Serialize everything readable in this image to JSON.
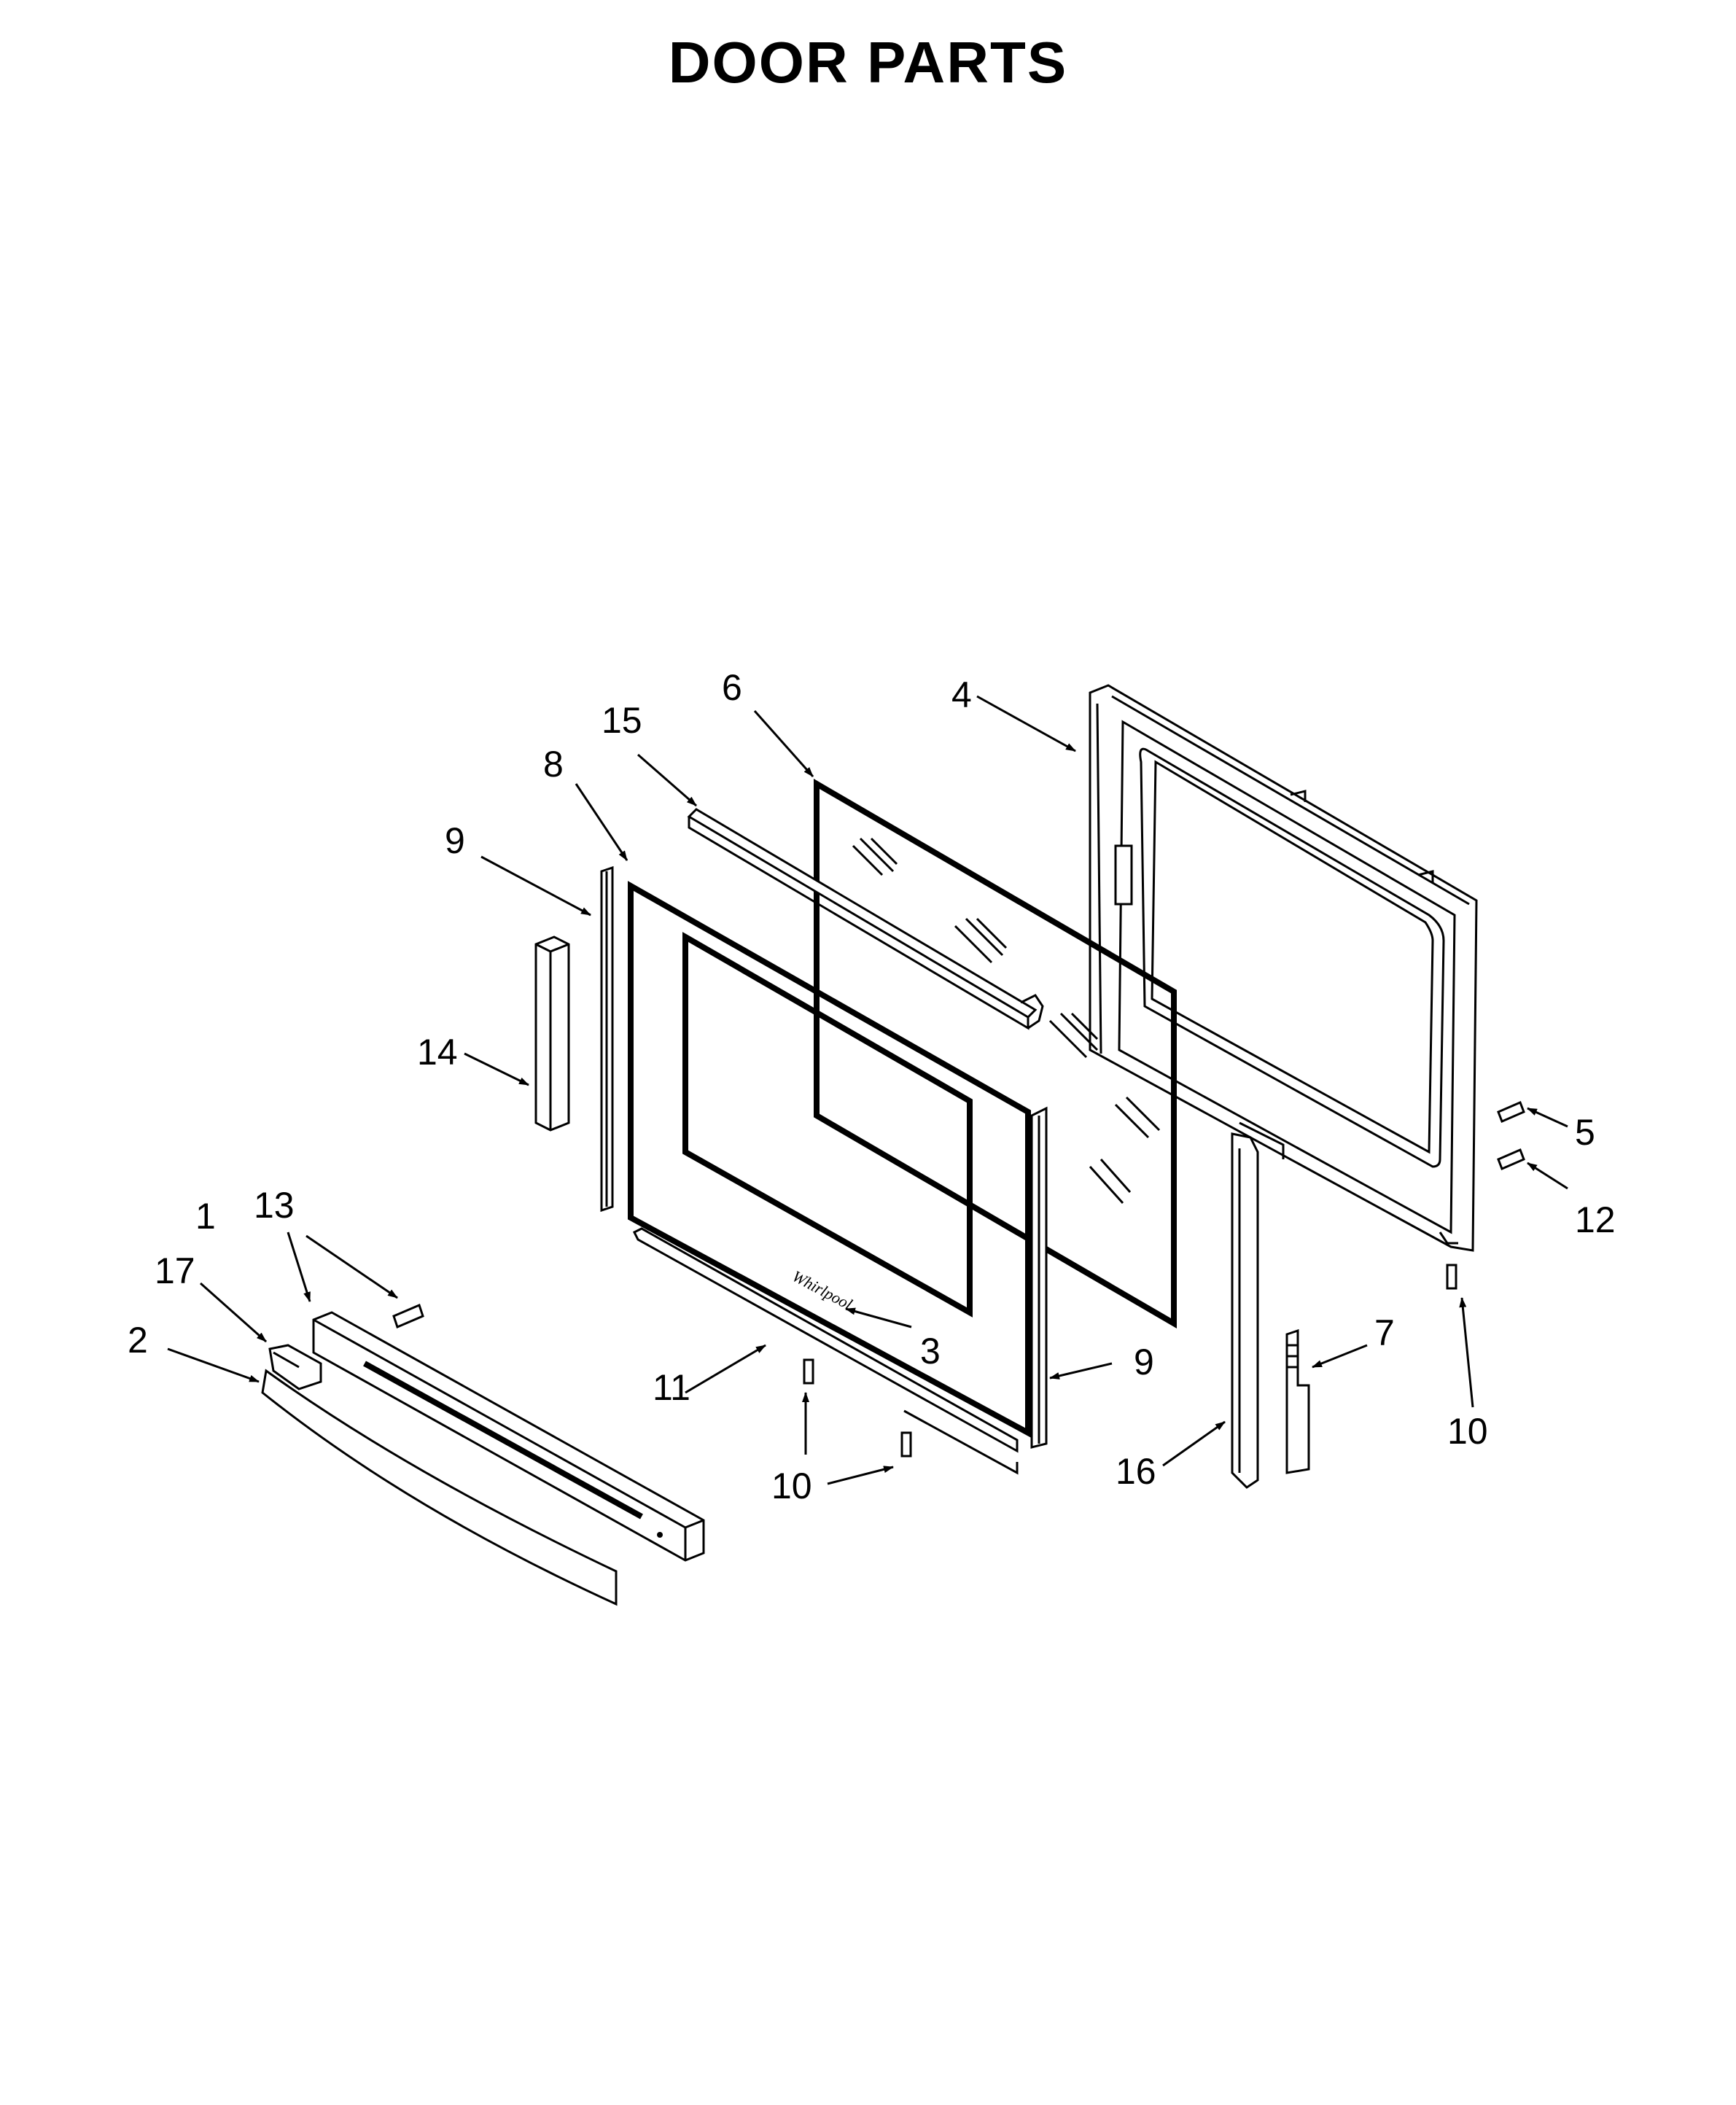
{
  "title": "DOOR PARTS",
  "callouts": [
    {
      "id": "c1",
      "label": "1"
    },
    {
      "id": "c2",
      "label": "2"
    },
    {
      "id": "c3",
      "label": "3"
    },
    {
      "id": "c4",
      "label": "4"
    },
    {
      "id": "c5",
      "label": "5"
    },
    {
      "id": "c6",
      "label": "6"
    },
    {
      "id": "c7",
      "label": "7"
    },
    {
      "id": "c8",
      "label": "8"
    },
    {
      "id": "c9a",
      "label": "9"
    },
    {
      "id": "c9b",
      "label": "9"
    },
    {
      "id": "c10a",
      "label": "10"
    },
    {
      "id": "c10b",
      "label": "10"
    },
    {
      "id": "c11",
      "label": "11"
    },
    {
      "id": "c12",
      "label": "12"
    },
    {
      "id": "c13",
      "label": "13"
    },
    {
      "id": "c14",
      "label": "14"
    },
    {
      "id": "c15",
      "label": "15"
    },
    {
      "id": "c16",
      "label": "16"
    },
    {
      "id": "c17",
      "label": "17"
    }
  ]
}
